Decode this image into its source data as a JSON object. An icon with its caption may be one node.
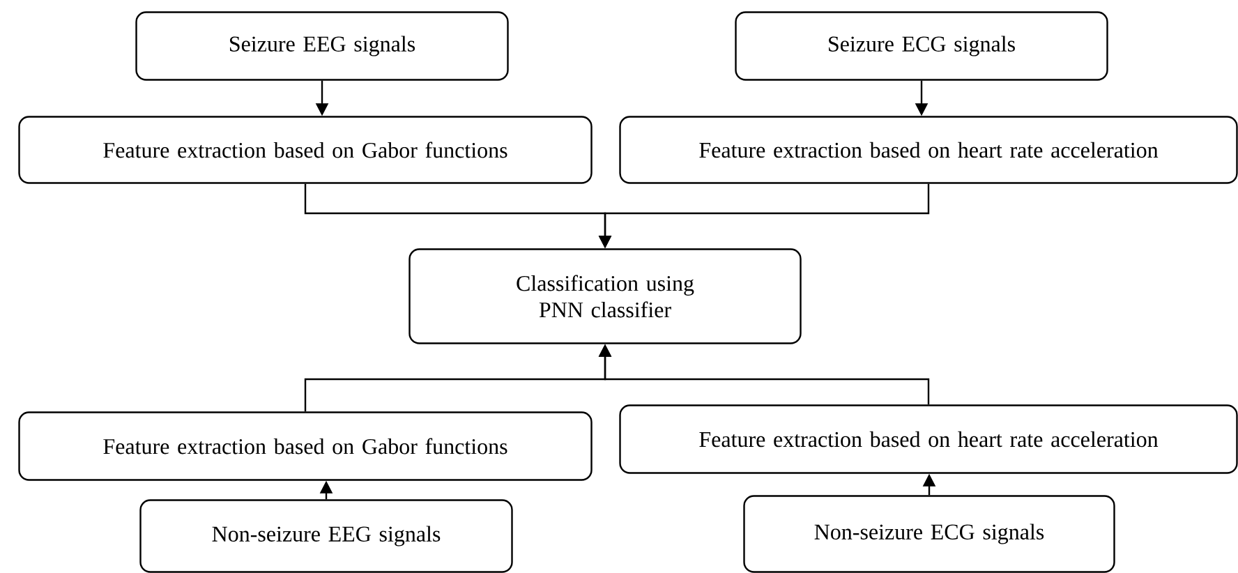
{
  "diagram": {
    "nodes": [
      {
        "text": [
          "Seizure EEG signals"
        ]
      },
      {
        "text": [
          "Seizure ECG signals"
        ]
      },
      {
        "text": [
          "Feature extraction based on Gabor functions"
        ]
      },
      {
        "text": [
          "Feature extraction based on heart rate acceleration"
        ]
      },
      {
        "text": [
          "Classification using PNN classifier"
        ]
      },
      {
        "text": [
          "Feature extraction based on Gabor functions"
        ]
      },
      {
        "text": [
          "Feature extraction based on heart rate acceleration"
        ]
      },
      {
        "text": [
          "Non-seizure EEG signals"
        ]
      },
      {
        "text": [
          "Non-seizure ECG signals"
        ]
      }
    ],
    "edges": [
      {
        "from": 0,
        "to": 2,
        "arrow": "to"
      },
      {
        "from": 1,
        "to": 3,
        "arrow": "to"
      },
      {
        "from": 2,
        "to": 4,
        "arrow": "to"
      },
      {
        "from": 3,
        "to": 4,
        "arrow": "to"
      },
      {
        "from": 5,
        "to": 4,
        "arrow": "to"
      },
      {
        "from": 6,
        "to": 4,
        "arrow": "to"
      },
      {
        "from": 7,
        "to": 5,
        "arrow": "to"
      },
      {
        "from": 8,
        "to": 6,
        "arrow": "to"
      }
    ]
  }
}
